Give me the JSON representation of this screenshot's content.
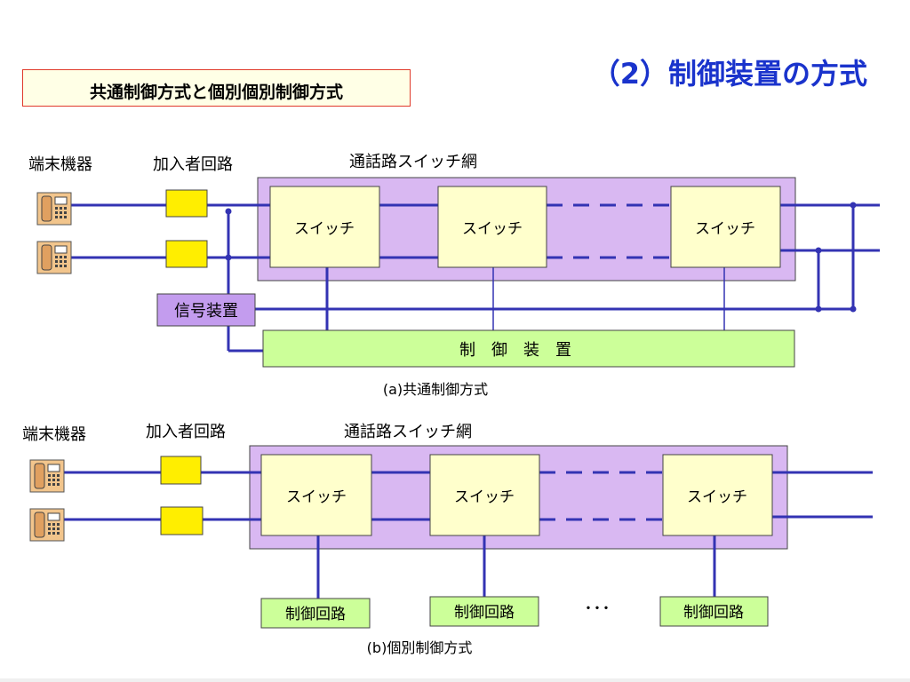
{
  "title": "（2）制御装置の方式",
  "subtitle": "共通制御方式と個別個別制御方式",
  "diagram_a": {
    "label_terminal": "端末機器",
    "label_subscriber": "加入者回路",
    "label_network": "通話路スイッチ網",
    "switch_label": "スイッチ",
    "signal_device": "信号装置",
    "control_device": "制　御　装　置",
    "caption": "(a)共通制御方式"
  },
  "diagram_b": {
    "label_terminal": "端末機器",
    "label_subscriber": "加入者回路",
    "label_network": "通話路スイッチ網",
    "switch_label": "スイッチ",
    "control_circuit": "制御回路",
    "ellipsis": "･･･",
    "caption": "(b)個別制御方式"
  },
  "colors": {
    "line": "#3333b3",
    "switch_fill": "#ffffcc",
    "network_fill": "#d9b8f2",
    "subscriber_fill": "#ffee00",
    "signal_fill": "#c39cee",
    "control_fill": "#ccff99",
    "title": "#1a33cc",
    "phone": "#e8b070"
  }
}
